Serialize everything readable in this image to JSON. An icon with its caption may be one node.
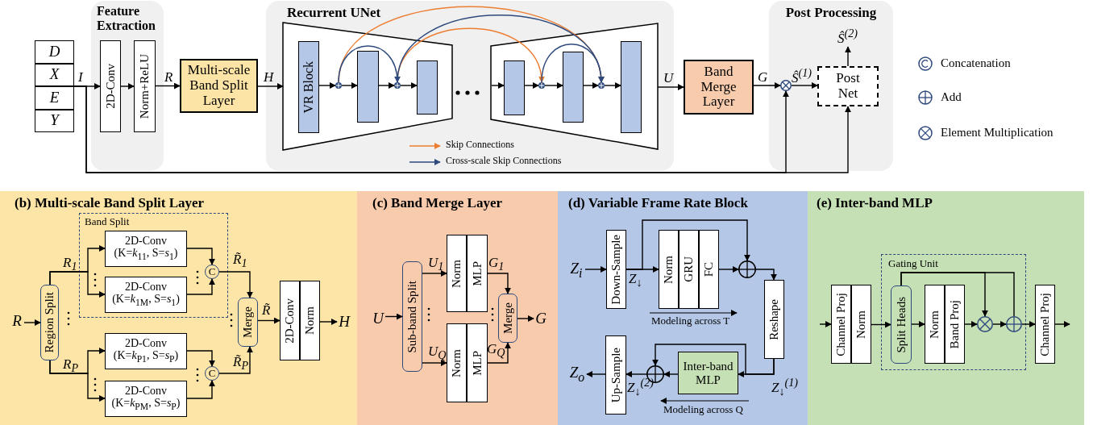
{
  "diagram": {
    "nodes": [
      {
        "text": [],
        "shape": "box"
      },
      {
        "text": [
          "D"
        ],
        "in": 0
      },
      {
        "text": [
          "X"
        ],
        "in": 0
      },
      {
        "text": [
          "E"
        ],
        "in": 0
      },
      {
        "text": [
          "Y"
        ],
        "in": 0
      },
      {
        "text": [
          "Feature Extraction"
        ]
      },
      {
        "text": [
          "2D-Conv"
        ],
        "in": 5
      },
      {
        "text": [
          "Norm+ReLU"
        ],
        "in": 5
      },
      {
        "text": [
          "Multi-scale Band Split Layer"
        ]
      },
      {
        "text": [
          "Recurrent UNet"
        ]
      },
      {
        "text": [],
        "shape": "trapezoid",
        "in": 9
      },
      {
        "text": [
          "VR Block"
        ],
        "in": 10
      },
      {
        "text": [],
        "shape": "circle",
        "in": 10
      },
      {
        "text": [],
        "shape": "box",
        "in": 10
      },
      {
        "text": [],
        "shape": "circle",
        "in": 10
      },
      {
        "text": [],
        "shape": "box",
        "in": 10
      },
      {
        "text": [],
        "shape": "trapezoid",
        "in": 9
      },
      {
        "text": [],
        "shape": "box",
        "in": 16
      },
      {
        "text": [],
        "shape": "circle",
        "in": 16
      },
      {
        "text": [],
        "shape": "box",
        "in": 16
      },
      {
        "text": [],
        "shape": "circle",
        "in": 16
      },
      {
        "text": [],
        "shape": "box",
        "in": 16
      },
      {
        "text": [
          "Band Merge Layer"
        ]
      },
      {
        "text": [
          "Post Processing"
        ]
      },
      {
        "text": [],
        "shape": "circle",
        "in": 23
      },
      {
        "text": [
          "Post Net"
        ],
        "in": 23
      },
      {
        "text": [
          "(b) Multi-scale Band Split Layer"
        ]
      },
      {
        "text": [
          "R"
        ],
        "in": 26
      },
      {
        "text": [
          "Region Split"
        ],
        "in": 26
      },
      {
        "text": [
          "Band Split"
        ],
        "in": 26
      },
      {
        "text": [
          "2D-Conv",
          "(K=*k*$_{11}$, S=*s*$_{1}$)"
        ],
        "in": 29
      },
      {
        "text": [
          "2D-Conv",
          "(K=*k*$_{1M}$, S=*s*$_{1}$)"
        ],
        "in": 29
      },
      {
        "text": [
          "C"
        ],
        "in": 29
      },
      {
        "text": [
          "2D-Conv",
          "(K=*k*$_{P1}$, S=*s*$_{P}$)"
        ],
        "in": 26
      },
      {
        "text": [
          "2D-Conv",
          "(K=*k*$_{PM}$, S=*s*$_{P}$)"
        ],
        "in": 26
      },
      {
        "text": [
          "C"
        ],
        "in": 26
      },
      {
        "text": [
          "Merge"
        ],
        "in": 26
      },
      {
        "text": [
          "2D-Conv"
        ],
        "in": 26
      },
      {
        "text": [
          "Norm"
        ],
        "in": 26
      },
      {
        "text": [
          "H"
        ],
        "in": 26
      },
      {
        "text": [
          "(c) Band Merge Layer"
        ]
      },
      {
        "text": [
          "U"
        ],
        "in": 40
      },
      {
        "text": [
          "Sub-band Split"
        ],
        "in": 40
      },
      {
        "text": [
          "Norm"
        ],
        "in": 40
      },
      {
        "text": [
          "MLP"
        ],
        "in": 40
      },
      {
        "text": [
          "Norm"
        ],
        "in": 40
      },
      {
        "text": [
          "MLP"
        ],
        "in": 40
      },
      {
        "text": [
          "Merge"
        ],
        "in": 40
      },
      {
        "text": [
          "G"
        ],
        "in": 40
      },
      {
        "text": [
          "(d) Variable Frame Rate Block"
        ]
      },
      {
        "text": [
          "Z$_{i}$"
        ],
        "in": 49
      },
      {
        "text": [
          "Down-Sample"
        ],
        "in": 49
      },
      {
        "text": [
          "Norm"
        ],
        "in": 49
      },
      {
        "text": [
          "GRU"
        ],
        "in": 49
      },
      {
        "text": [
          "FC"
        ],
        "in": 49
      },
      {
        "text": [],
        "shape": "circle",
        "in": 49
      },
      {
        "text": [
          "Reshape"
        ],
        "in": 49
      },
      {
        "text": [
          "Inter-band MLP"
        ],
        "in": 49
      },
      {
        "text": [],
        "shape": "circle",
        "in": 49
      },
      {
        "text": [
          "Up-Sample"
        ],
        "in": 49
      },
      {
        "text": [
          "Z$_{o}$"
        ],
        "in": 49
      },
      {
        "text": [
          "(e) Inter-band MLP"
        ]
      },
      {
        "text": [
          "Channel Proj"
        ],
        "in": 61
      },
      {
        "text": [
          "Norm"
        ],
        "in": 61
      },
      {
        "text": [
          "Gating Unit"
        ],
        "in": 61
      },
      {
        "text": [
          "Split Heads"
        ],
        "in": 64
      },
      {
        "text": [
          "Norm"
        ],
        "in": 64
      },
      {
        "text": [
          "Band Proj"
        ],
        "in": 64
      },
      {
        "text": [],
        "shape": "circle",
        "in": 64
      },
      {
        "text": [],
        "shape": "circle",
        "in": 64
      },
      {
        "text": [
          "Channel Proj"
        ],
        "in": 61
      }
    ],
    "edges": [
      {
        "from": 0,
        "to": 6,
        "arrow": "to",
        "label": "I"
      },
      {
        "from": 6,
        "to": 7,
        "arrow": "to"
      },
      {
        "from": 7,
        "to": 8,
        "arrow": "to",
        "label": "R"
      },
      {
        "from": 8,
        "to": 10,
        "arrow": "to",
        "label": "H"
      },
      {
        "from": 11,
        "to": 12,
        "arrow": "to"
      },
      {
        "from": 12,
        "to": 13,
        "arrow": "to"
      },
      {
        "from": 13,
        "to": 14,
        "arrow": "to"
      },
      {
        "from": 14,
        "to": 15,
        "arrow": "to"
      },
      {
        "from": null,
        "to": 17,
        "arrow": "to"
      },
      {
        "from": 17,
        "to": 18,
        "arrow": "to"
      },
      {
        "from": 18,
        "to": 19,
        "arrow": "to"
      },
      {
        "from": 19,
        "to": 20,
        "arrow": "to"
      },
      {
        "from": 20,
        "to": 21,
        "arrow": "to"
      },
      {
        "from": 16,
        "to": 22,
        "arrow": "to",
        "label": "U"
      },
      {
        "from": 22,
        "to": 24,
        "arrow": "to",
        "label": "G"
      },
      {
        "from": 24,
        "to": 25,
        "arrow": "to",
        "label": "Ŝ$^{(1)}$"
      },
      {
        "from": 25,
        "to": null,
        "arrow": "to",
        "label": "Ŝ$^{(2)}$"
      },
      {
        "from": 0,
        "to": 24,
        "arrow": "to"
      },
      {
        "from": 0,
        "to": 25,
        "arrow": "to"
      },
      {
        "from": 12,
        "to": 20,
        "arrow": "to",
        "color": "#ed7d31"
      },
      {
        "from": 14,
        "to": 18,
        "arrow": "to",
        "color": "#ed7d31"
      },
      {
        "from": 12,
        "to": 14,
        "arrow": "to",
        "color": "#2e4a7d"
      },
      {
        "from": 14,
        "to": 20,
        "arrow": "to",
        "color": "#2e4a7d"
      },
      {
        "from": 18,
        "to": 20,
        "arrow": "to",
        "color": "#2e4a7d"
      },
      {
        "from": 27,
        "to": 28,
        "arrow": "to"
      },
      {
        "from": 28,
        "to": 30,
        "arrow": "to",
        "label": "R$_{1}$"
      },
      {
        "from": 28,
        "to": 31,
        "arrow": "to"
      },
      {
        "from": 28,
        "to": 33,
        "arrow": "to",
        "label": "R$_{P}$"
      },
      {
        "from": 28,
        "to": 34,
        "arrow": "to"
      },
      {
        "from": 30,
        "to": 32,
        "arrow": "to"
      },
      {
        "from": 31,
        "to": 32,
        "arrow": "to"
      },
      {
        "from": 33,
        "to": 35,
        "arrow": "to"
      },
      {
        "from": 34,
        "to": 35,
        "arrow": "to"
      },
      {
        "from": 32,
        "to": 36,
        "arrow": "to",
        "label": "R̃$_{1}$"
      },
      {
        "from": 35,
        "to": 36,
        "arrow": "to",
        "label": "R̃$_{P}$"
      },
      {
        "from": 36,
        "to": 37,
        "arrow": "to",
        "label": "R̃"
      },
      {
        "from": 38,
        "to": 39,
        "arrow": "to"
      },
      {
        "from": 41,
        "to": 42,
        "arrow": "to"
      },
      {
        "from": 42,
        "to": 43,
        "arrow": "to",
        "label": "U$_{1}$"
      },
      {
        "from": 42,
        "to": 45,
        "arrow": "to",
        "label": "U$_{Q}$"
      },
      {
        "from": 44,
        "to": 47,
        "arrow": "to",
        "label": "G$_{1}$"
      },
      {
        "from": 46,
        "to": 47,
        "arrow": "to",
        "label": "G$_{Q}$"
      },
      {
        "from": 47,
        "to": 48,
        "arrow": "to"
      },
      {
        "from": 50,
        "to": 51,
        "arrow": "to"
      },
      {
        "from": 51,
        "to": 52,
        "arrow": "to",
        "label": "Z$_{↓}$"
      },
      {
        "from": 51,
        "to": 55,
        "arrow": "to"
      },
      {
        "from": 54,
        "to": 55,
        "arrow": "to"
      },
      {
        "from": 55,
        "to": 56,
        "arrow": "to"
      },
      {
        "from": 56,
        "to": 57,
        "arrow": "to",
        "label": "Z$_{↓}$$^{(1)}$"
      },
      {
        "from": 56,
        "to": 58,
        "arrow": "to"
      },
      {
        "from": 57,
        "to": 58,
        "arrow": "to"
      },
      {
        "from": 58,
        "to": 59,
        "arrow": "to",
        "label": "Z$_{↓}$$^{(2)}$"
      },
      {
        "from": 59,
        "to": 60,
        "arrow": "to"
      },
      {
        "from": null,
        "to": 62,
        "arrow": "to"
      },
      {
        "from": 63,
        "to": 65,
        "arrow": "to"
      },
      {
        "from": 65,
        "to": 66,
        "arrow": "to"
      },
      {
        "from": 67,
        "to": 68,
        "arrow": "to"
      },
      {
        "from": 65,
        "to": 68,
        "arrow": "to"
      },
      {
        "from": 65,
        "to": 69,
        "arrow": "none"
      },
      {
        "from": 68,
        "to": 69,
        "arrow": "to"
      },
      {
        "from": 69,
        "to": 70,
        "arrow": "to"
      },
      {
        "from": 70,
        "to": null,
        "arrow": "to"
      }
    ],
    "labels": [
      "Modeling across T",
      "Modeling across Q"
    ],
    "legend": [
      {
        "text": "Skip Connections"
      },
      {
        "text": "Cross-scale Skip Connections"
      },
      {
        "text": "Concatenation"
      },
      {
        "text": "Add"
      },
      {
        "text": "Element Multiplication"
      }
    ]
  }
}
